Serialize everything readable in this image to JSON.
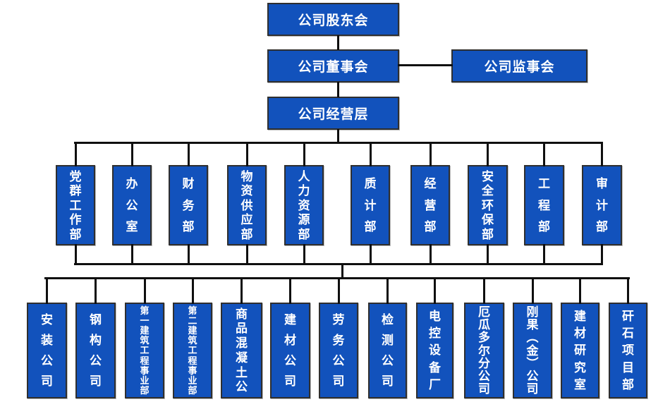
{
  "org_chart": {
    "top": {
      "shareholders": "公司股东会",
      "board": "公司董事会",
      "supervisory": "公司监事会",
      "management": "公司经营层"
    },
    "departments": [
      "党群工作部",
      "办公室",
      "财务部",
      "物资供应部",
      "人力资源部",
      "质计部",
      "经营部",
      "安全环保部",
      "工程部",
      "审计部"
    ],
    "subsidiaries": [
      "安装公司",
      "钢构公司",
      "第一建筑工程事业部",
      "第二建筑工程事业部",
      "商品混凝土公",
      "建材公司",
      "劳务公司",
      "检测公司",
      "电控设备厂",
      "厄瓜多尔分公司",
      "刚果（金）公司",
      "建材研究室",
      "矸石项目部"
    ]
  },
  "colors": {
    "box_fill": "#1252bc",
    "box_border": "#2f2f2f",
    "connector": "#0f0f0f",
    "text": "#ffffff"
  }
}
